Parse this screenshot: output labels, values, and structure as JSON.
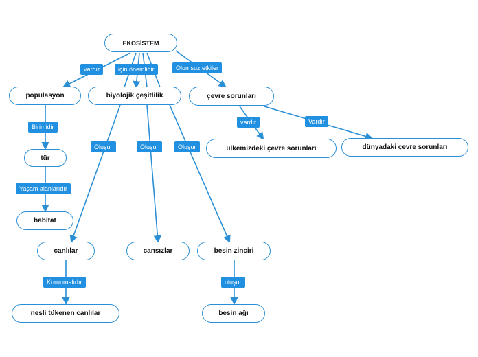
{
  "colors": {
    "line": "#2b8fd6",
    "tag_bg": "#2190e0"
  },
  "nodes": {
    "ekosistem": "EKOSİSTEM",
    "populasyon": "popülasyon",
    "biyolojik": "biyolojik çeşitlilik",
    "cevre": "çevre sorunları",
    "ulkemizdeki": "ülkemizdeki çevre sorunları",
    "dunyadaki": "dünyadaki çevre sorunları",
    "tur": "tür",
    "habitat": "habitat",
    "canlilar": "canlılar",
    "cansizlar": "cansızlar",
    "besin_zinciri": "besin zinciri",
    "nesli": "nesli tükenen canlılar",
    "besin_agi": "besin ağı"
  },
  "links": {
    "vardir_pop": "vardır",
    "icin_onemlidir": "için önemlidir",
    "olumsuz": "Olumsuz etkiler",
    "birimidir": "Birimidir",
    "yasam": "Yaşam alanlarıdır",
    "olusur_1": "Oluşur",
    "olusur_2": "Oluşur",
    "olusur_3": "Oluşur",
    "vardir_ulke": "vardır",
    "vardir_dunya": "Vardır",
    "korunmalidir": "Korunmalıdır",
    "olusur_besin": "oluşur"
  }
}
